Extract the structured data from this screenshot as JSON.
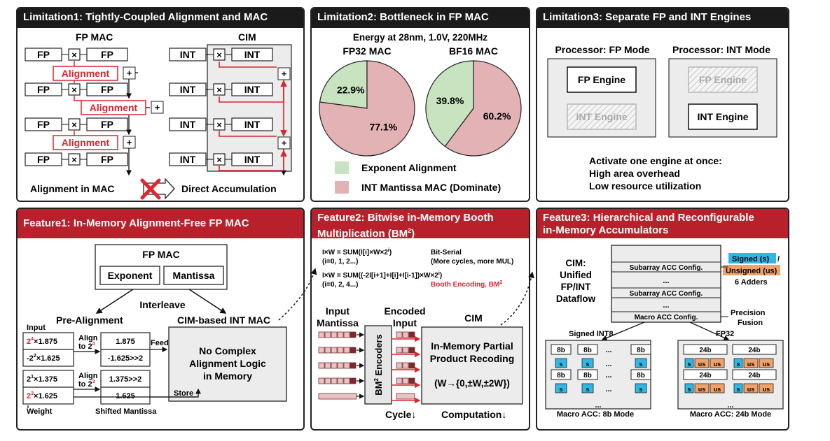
{
  "lim1": {
    "title": "Limitation1: Tightly-Coupled Alignment and MAC",
    "fp_mac": "FP MAC",
    "cim": "CIM",
    "fp": "FP",
    "int": "INT",
    "times": "×",
    "plus": "+",
    "alignment": "Alignment",
    "caption_left": "Alignment in MAC",
    "caption_right": "Direct Accumulation"
  },
  "lim2": {
    "title": "Limitation2: Bottleneck in FP MAC",
    "energy": "Energy at 28nm, 1.0V, 220MHz",
    "legend_green": "Exponent Alignment",
    "legend_red": "INT Mantissa MAC (Dominate)"
  },
  "lim3": {
    "title": "Limitation3: Separate FP and INT Engines",
    "fp_mode": "Processor: FP Mode",
    "int_mode": "Processor: INT Mode",
    "fp_engine": "FP Engine",
    "int_engine": "INT Engine",
    "note1": "Activate one engine at once:",
    "note2": "High area overhead",
    "note3": "Low resource utilization"
  },
  "feat1": {
    "title": "Feature1: In-Memory Alignment-Free FP MAC",
    "fp_mac": "FP MAC",
    "exponent": "Exponent",
    "mantissa": "Mantissa",
    "interleave": "Interleave",
    "pre_alignment": "Pre-Alignment",
    "cim_int_mac": "CIM-based INT MAC",
    "input": "Input",
    "weight": "Weight",
    "shifted": "Shifted Mantissa",
    "r1a": "×1.875",
    "r1b": "1.875",
    "r2a": "-2",
    "r2a2": "×1.625",
    "r2b": "-1.625>>2",
    "r3a": "×1.375",
    "r3b": "1.375>>2",
    "r4a": "×1.625",
    "r4b": "1.625",
    "align_to": "Align",
    "to": "to 2",
    "feed": "Feed",
    "store": "Store",
    "no_complex1": "No Complex",
    "no_complex2": "Alignment Logic",
    "no_complex3": "in Memory"
  },
  "feat2": {
    "title1": "Feature2: Bitwise in-Memory Booth",
    "title2": "Multiplication (BM",
    "eq1": "I×W = SUM(I[i]×W×2",
    "eq1b": "(i=0, 1, 2...)",
    "eq1n": "Bit-Serial",
    "eq1n2": "(More cycles, more MUL)",
    "eq2": "I×W = SUM((-2I[i+1]+I[i]+I[i-1])×W×2",
    "eq2b": "(i=0, 2, 4...)",
    "eq2n": "Booth Encoding, BM",
    "input_mantissa1": "Input",
    "input_mantissa2": "Mantissa",
    "encoded1": "Encoded",
    "encoded2": "Input",
    "cim": "CIM",
    "encoders": "Encoders",
    "partial1": "In-Memory Partial",
    "partial2": "Product Recoding",
    "w_set": "(W→{0,±W,±2W})",
    "cycle": "Cycle↓",
    "computation": "Computation↓"
  },
  "feat3": {
    "title1": "Feature3: Hierarchical and Reconfigurable",
    "title2": "in-Memory Accumulators",
    "cim1": "CIM:",
    "cim2": "Unified",
    "cim3": "FP/INT",
    "cim4": "Dataflow",
    "sub_cfg": "Subarray ACC Config.",
    "macro_cfg": "Macro ACC Config.",
    "signed": "Signed (s)",
    "unsigned": "Unsigned (us)",
    "adders": "6 Adders",
    "precision1": "Precision",
    "precision2": "Fusion",
    "signed_int8": "Signed INT8",
    "fp32": "FP32",
    "b8": "8b",
    "b24": "24b",
    "s": "s",
    "us": "us",
    "dots": "...",
    "mode8": "Macro ACC: 8b Mode",
    "mode24": "Macro ACC: 24b Mode"
  },
  "colors": {
    "red": "#b8212b",
    "green": "#c8e3bf",
    "pink": "#e3b2b4",
    "gray": "#ececec",
    "cyan": "#2fb8e6",
    "orange": "#f0a268"
  },
  "chart_data": [
    {
      "type": "pie",
      "title": "FP32 MAC",
      "labels": [
        "Exponent Alignment",
        "INT Mantissa MAC (Dominate)"
      ],
      "values": [
        22.9,
        77.1
      ],
      "value_labels": [
        "22.9%",
        "77.1%"
      ]
    },
    {
      "type": "pie",
      "title": "BF16 MAC",
      "labels": [
        "Exponent Alignment",
        "INT Mantissa MAC (Dominate)"
      ],
      "values": [
        39.8,
        60.2
      ],
      "value_labels": [
        "39.8%",
        "60.2%"
      ]
    }
  ]
}
